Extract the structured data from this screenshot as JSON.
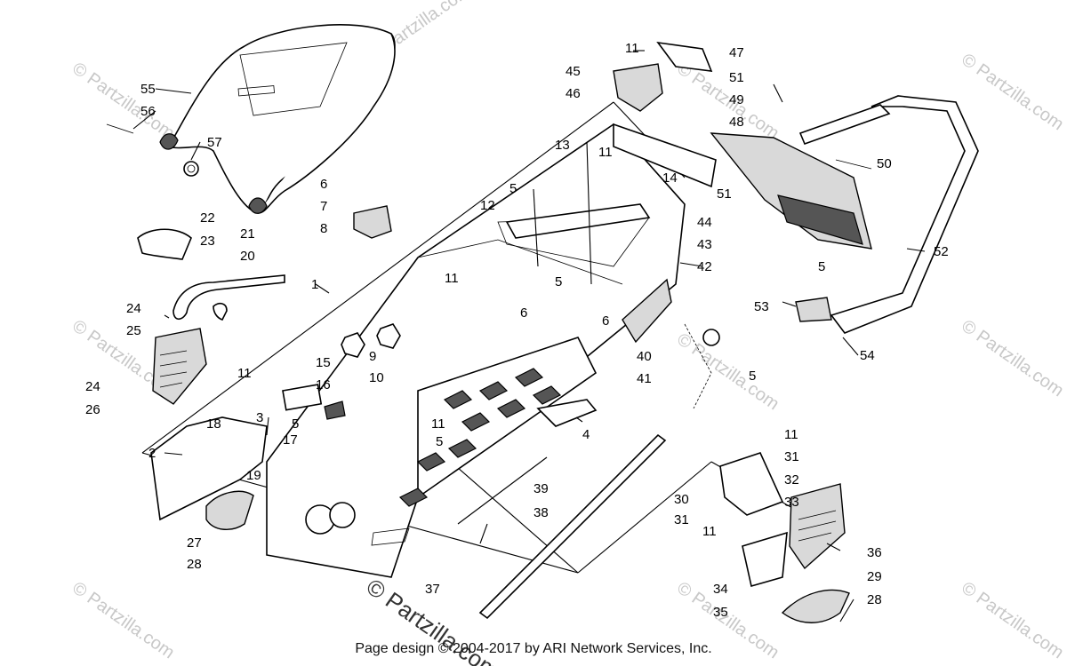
{
  "footer": "Page design © 2004-2017 by ARI Network Services, Inc.",
  "watermark": "© Partzilla.com",
  "center_watermark": "© Partzilla.com",
  "callouts": [
    "1",
    "2",
    "3",
    "4",
    "5",
    "6",
    "7",
    "8",
    "9",
    "10",
    "11",
    "12",
    "13",
    "14",
    "15",
    "16",
    "17",
    "18",
    "19",
    "20",
    "21",
    "22",
    "23",
    "24",
    "25",
    "26",
    "27",
    "28",
    "29",
    "30",
    "31",
    "32",
    "33",
    "34",
    "35",
    "36",
    "37",
    "38",
    "39",
    "40",
    "41",
    "42",
    "43",
    "44",
    "45",
    "46",
    "47",
    "48",
    "49",
    "50",
    "51",
    "52",
    "53",
    "54",
    "55",
    "56",
    "57"
  ]
}
